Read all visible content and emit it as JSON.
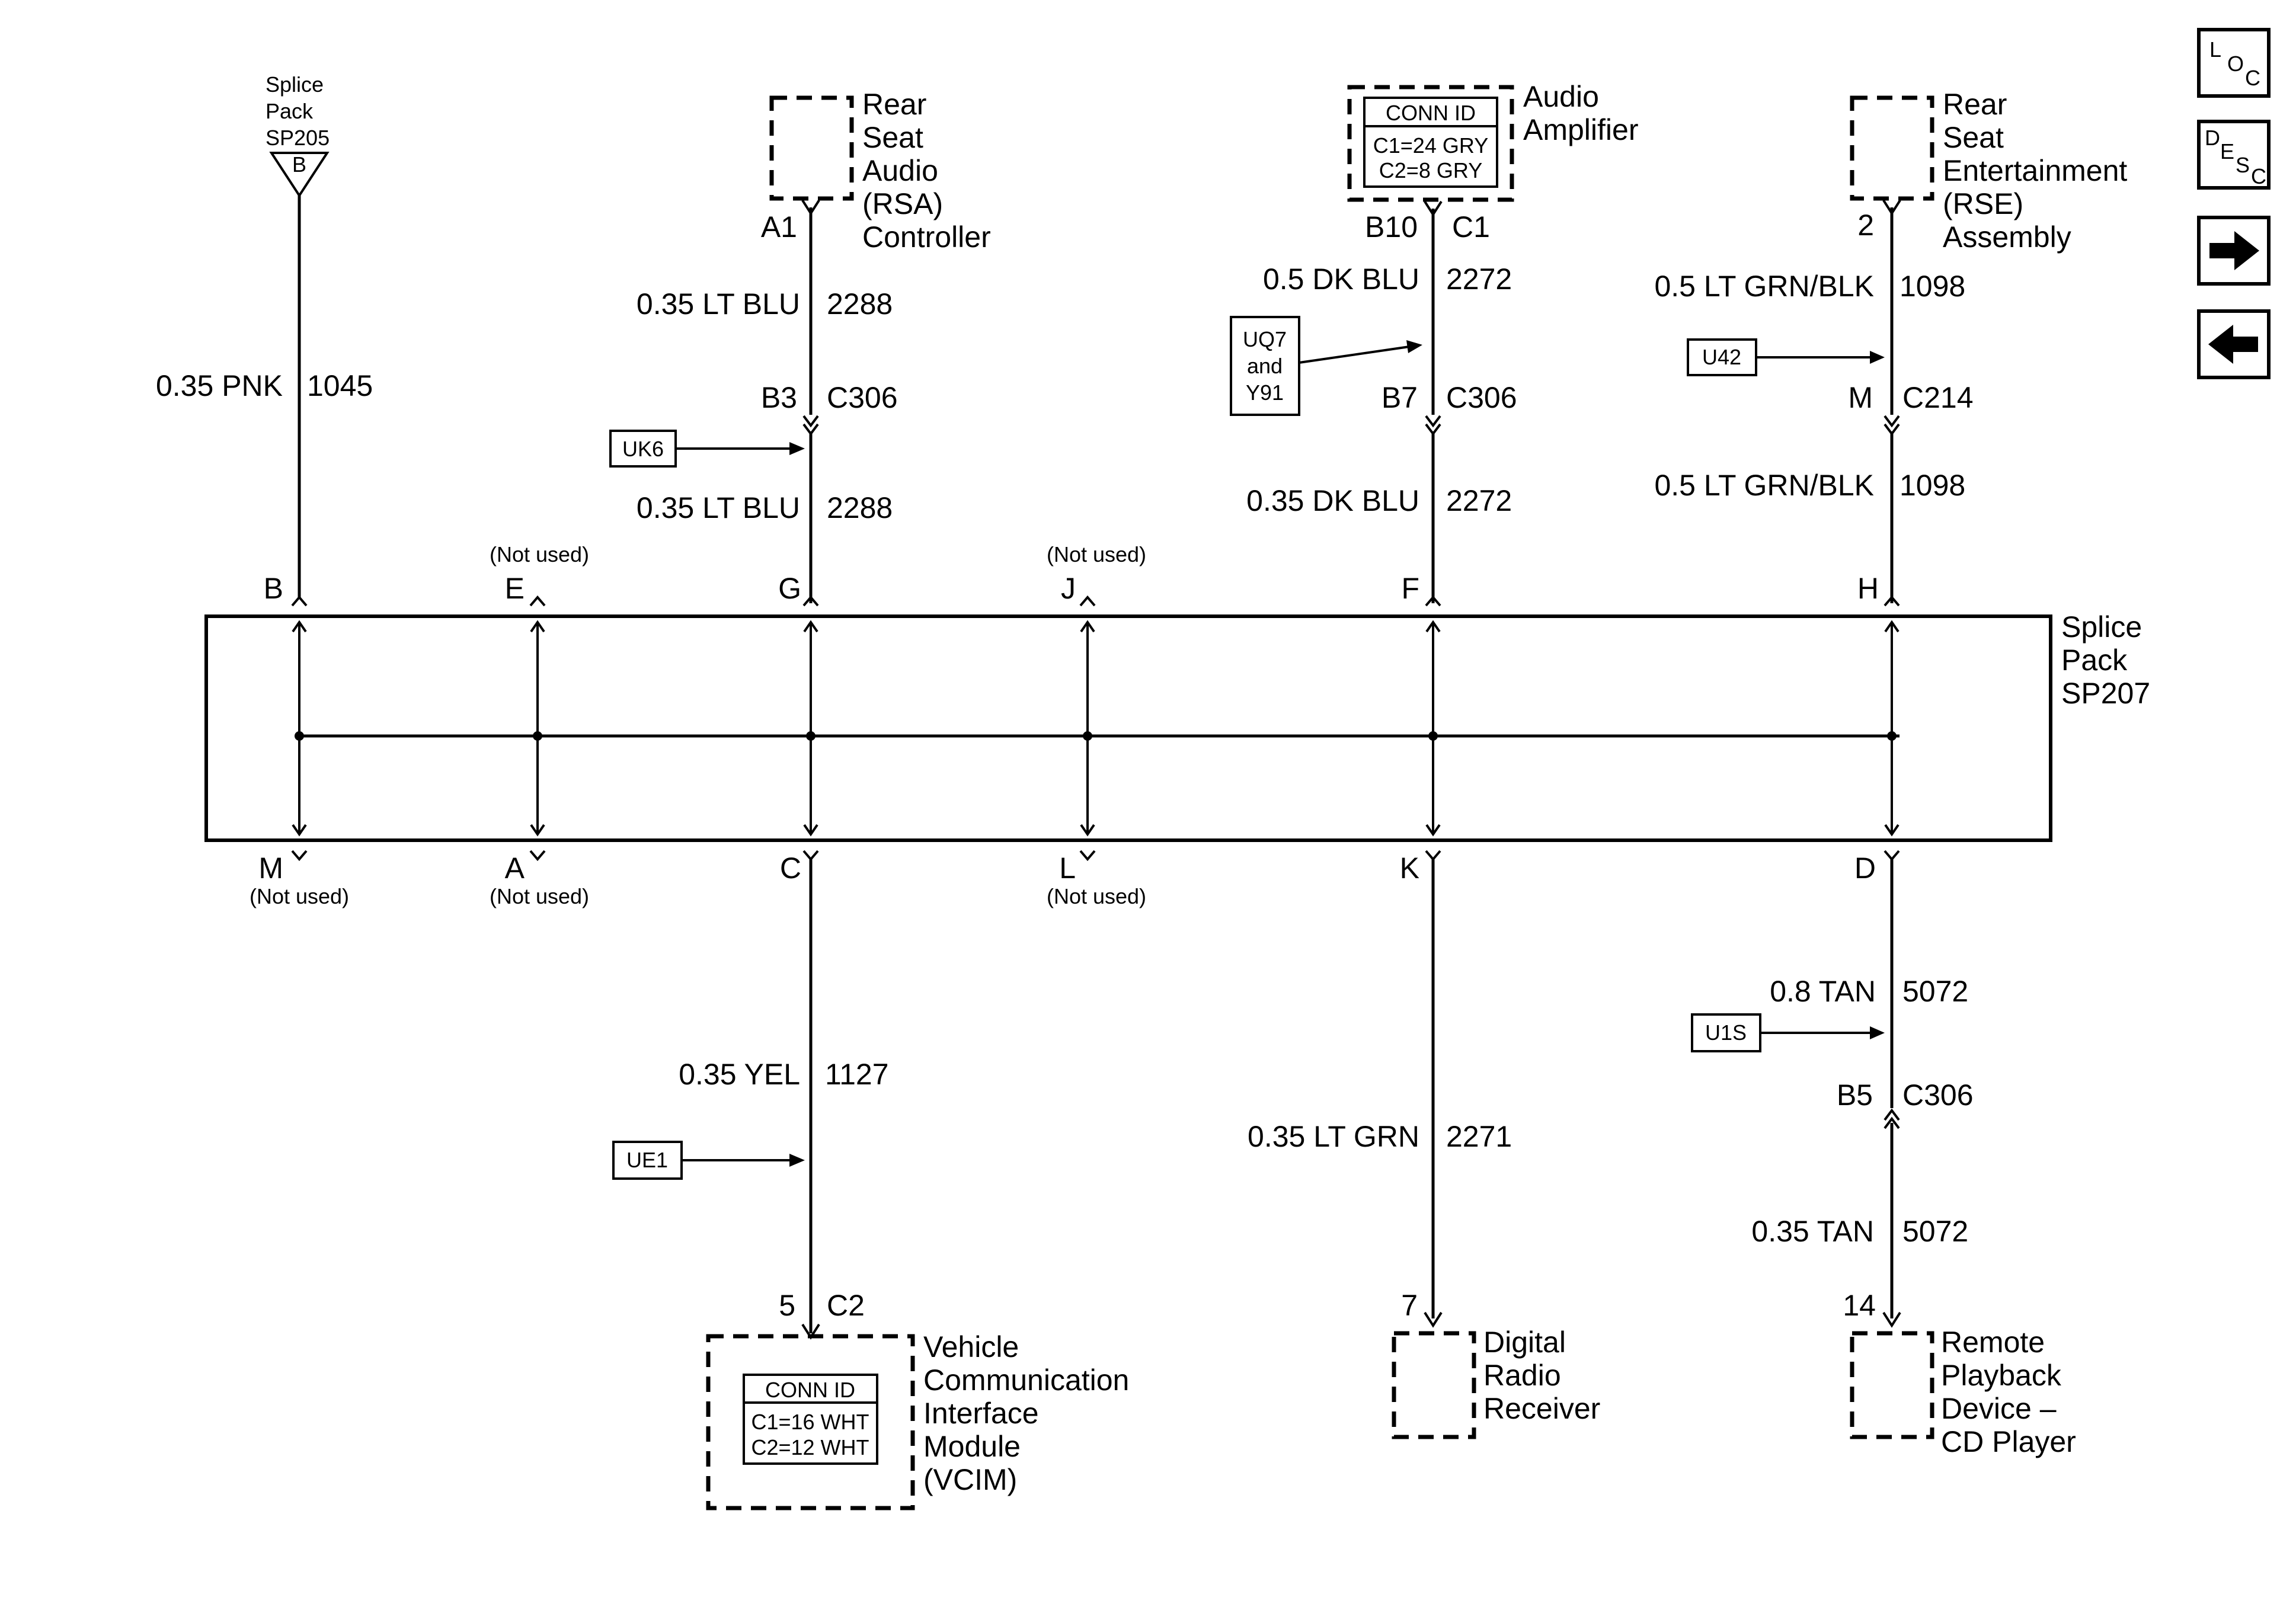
{
  "splice_sp205": {
    "name_l1": "Splice",
    "name_l2": "Pack",
    "name_l3": "SP205",
    "pin": "B"
  },
  "splice_sp207": {
    "name_l1": "Splice",
    "name_l2": "Pack",
    "name_l3": "SP207"
  },
  "not_used": "(Not used)",
  "pins_top": {
    "b": "B",
    "e": "E",
    "g": "G",
    "j": "J",
    "f": "F",
    "h": "H"
  },
  "pins_bottom": {
    "m": "M",
    "a": "A",
    "c": "C",
    "l": "L",
    "k": "K",
    "d": "D"
  },
  "components": {
    "rsa": {
      "l1": "Rear",
      "l2": "Seat",
      "l3": "Audio",
      "l4": "(RSA)",
      "l5": "Controller",
      "pin": "A1"
    },
    "amp": {
      "l1": "Audio",
      "l2": "Amplifier",
      "pin1": "B10",
      "pin2": "C1",
      "conn_id": "CONN ID",
      "conn_c1": "C1=24 GRY",
      "conn_c2": "C2=8 GRY"
    },
    "rse": {
      "l1": "Rear",
      "l2": "Seat",
      "l3": "Entertainment",
      "l4": "(RSE)",
      "l5": "Assembly",
      "pin": "2"
    },
    "vcim": {
      "l1": "Vehicle",
      "l2": "Communication",
      "l3": "Interface",
      "l4": "Module",
      "l5": "(VCIM)",
      "pin1": "5",
      "pin2": "C2",
      "conn_id": "CONN ID",
      "conn_c1": "C1=16 WHT",
      "conn_c2": "C2=12 WHT"
    },
    "drr": {
      "l1": "Digital",
      "l2": "Radio",
      "l3": "Receiver",
      "pin": "7"
    },
    "cd": {
      "l1": "Remote",
      "l2": "Playback",
      "l3": "Device –",
      "l4": "CD Player",
      "pin": "14"
    }
  },
  "wires": {
    "pnk": {
      "gauge_color": "0.35 PNK",
      "circuit": "1045"
    },
    "rsa_upper": {
      "gauge_color": "0.35 LT BLU",
      "circuit": "2288"
    },
    "rsa_lower": {
      "gauge_color": "0.35 LT BLU",
      "circuit": "2288"
    },
    "amp_upper": {
      "gauge_color": "0.5 DK BLU",
      "circuit": "2272"
    },
    "amp_lower": {
      "gauge_color": "0.35 DK BLU",
      "circuit": "2272"
    },
    "rse_upper": {
      "gauge_color": "0.5 LT GRN/BLK",
      "circuit": "1098"
    },
    "rse_lower": {
      "gauge_color": "0.5 LT GRN/BLK",
      "circuit": "1098"
    },
    "yel": {
      "gauge_color": "0.35 YEL",
      "circuit": "1127"
    },
    "ltgrn": {
      "gauge_color": "0.35 LT GRN",
      "circuit": "2271"
    },
    "tan_upper": {
      "gauge_color": "0.8 TAN",
      "circuit": "5072"
    },
    "tan_lower": {
      "gauge_color": "0.35 TAN",
      "circuit": "5072"
    }
  },
  "connectors": {
    "c306_rsa": {
      "pin": "B3",
      "name": "C306"
    },
    "c306_amp": {
      "pin": "B7",
      "name": "C306"
    },
    "c214": {
      "pin": "M",
      "name": "C214"
    },
    "c306_cd": {
      "pin": "B5",
      "name": "C306"
    }
  },
  "options": {
    "uk6": "UK6",
    "uq7_l1": "UQ7",
    "uq7_l2": "and",
    "uq7_l3": "Y91",
    "u42": "U42",
    "ue1": "UE1",
    "u1s": "U1S"
  },
  "nav": {
    "loc_l": "L",
    "loc_o": "O",
    "loc_c": "C",
    "desc_d": "D",
    "desc_e": "E",
    "desc_s": "S",
    "desc_c": "C"
  }
}
